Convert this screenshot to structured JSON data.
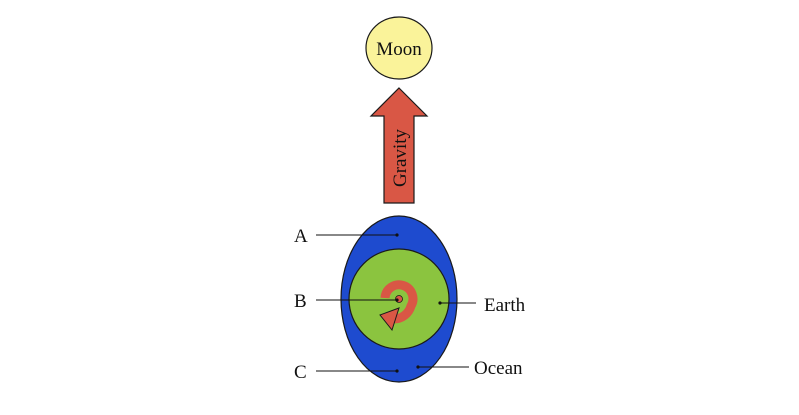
{
  "labels": {
    "moon": "Moon",
    "gravity": "Gravity",
    "a": "A",
    "b": "B",
    "c": "C",
    "earth": "Earth",
    "ocean": "Ocean"
  },
  "colors": {
    "moon_fill": "#FAF39A",
    "arrow_fill": "#D95745",
    "ocean_fill": "#1E4BCF",
    "earth_fill": "#8BC43F",
    "spiral_fill": "#D95745",
    "outline": "#1a1a1a"
  },
  "icons": {
    "gravity_arrow": "up-arrow-icon",
    "rotation": "circular-arrow-icon"
  }
}
